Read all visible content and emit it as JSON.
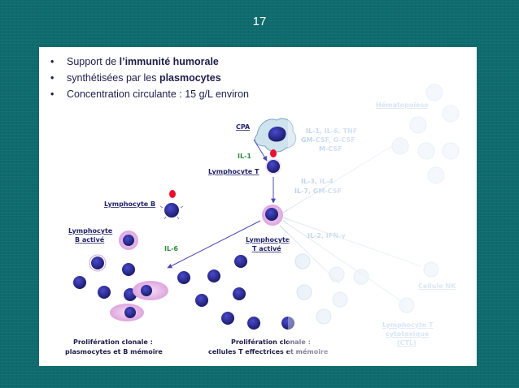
{
  "slide": {
    "number": "17",
    "bullets": [
      {
        "prefix": "Support de ",
        "bold": "l’immunité humorale",
        "suffix": ""
      },
      {
        "prefix": "synthétisées par les ",
        "bold": "plasmocytes",
        "suffix": ""
      },
      {
        "prefix": "Concentration circulante : 15 g/L environ",
        "bold": "",
        "suffix": ""
      }
    ],
    "bullet_glyph": "•"
  },
  "diagram": {
    "cpa": "CPA",
    "il1": "IL-1",
    "lymphocyte_t": "Lymphocyte T",
    "lymphocyte_b": "Lymphocyte B",
    "b_active_1": "Lymphocyte",
    "b_active_2": "B activé",
    "il6": "IL-6",
    "t_active_1": "Lymphocyte",
    "t_active_2": "T activé",
    "cytokines_1a": "IL-1, IL-6, TNF",
    "cytokines_1b": "GM-CSF, G-CSF",
    "cytokines_1c": "M-CSF",
    "cytokines_2a": "IL-3, IL-4",
    "cytokines_2b": "IL-7, GM-CSF",
    "cytokines_3": "IL-2, IFN-γ",
    "hematopoiese": "Hématopoïèse",
    "cellule_nk": "Cellule NK",
    "ctl_1": "Lymphocyte T",
    "ctl_2": "cytotoxique",
    "ctl_3": "(CTL)",
    "prolif_b_1": "Prolifération clonale :",
    "prolif_b_2": "plasmocytes et B mémoire",
    "prolif_t_1": "Prolifération clonale :",
    "prolif_t_2": "cellules T effectrices et mémoire"
  },
  "colors": {
    "background": "#0f6b6d",
    "cell_nucleus": "#2a2a8a",
    "plasmocyte": "#e6b8e6",
    "antigen": "#e8102e",
    "arrow": "#4a4ab0"
  }
}
